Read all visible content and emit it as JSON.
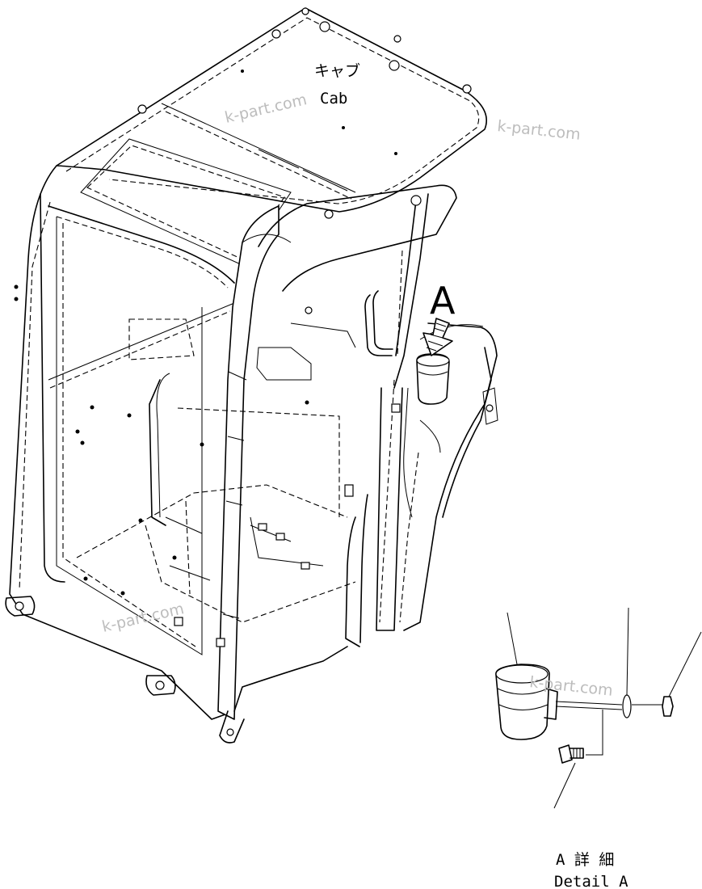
{
  "labels": {
    "cab_jp": "キャブ",
    "cab_en": "Cab",
    "view_marker": "A",
    "detail_jp": "A 詳 細",
    "detail_en": "Detail A"
  },
  "watermarks": [
    "k-part.com",
    "k-part.com",
    "k-part.com",
    "k-part.com"
  ]
}
